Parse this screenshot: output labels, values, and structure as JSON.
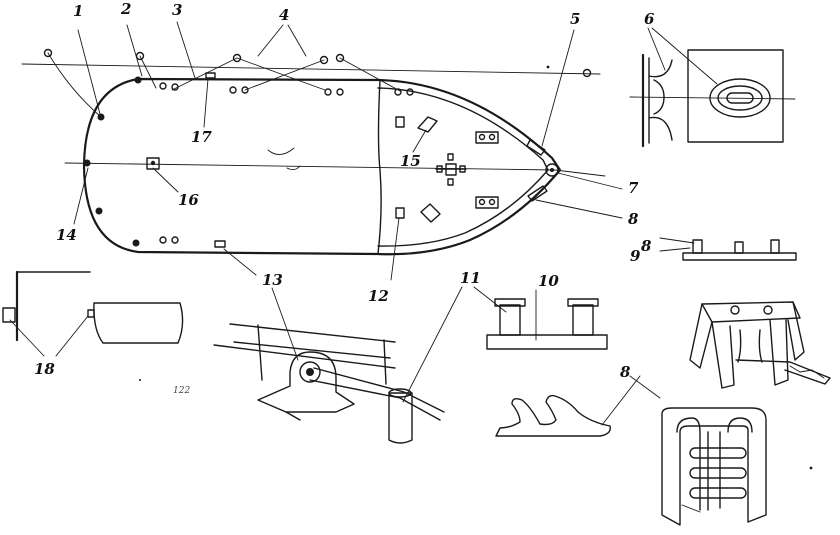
{
  "labels": {
    "l1": "1",
    "l2": "2",
    "l3": "3",
    "l4": "4",
    "l5": "5",
    "l6": "6",
    "l7": "7",
    "l8a": "8",
    "l8b": "8",
    "l8c": "8",
    "l9": "9",
    "l10": "10",
    "l11": "11",
    "l12": "12",
    "l13": "13",
    "l14": "14",
    "l15": "15",
    "l16": "16",
    "l17": "17",
    "l18": "18"
  },
  "marks": {
    "small_caption": "122"
  },
  "colors": {
    "ink": "#1a1a1a",
    "paper": "#ffffff"
  }
}
